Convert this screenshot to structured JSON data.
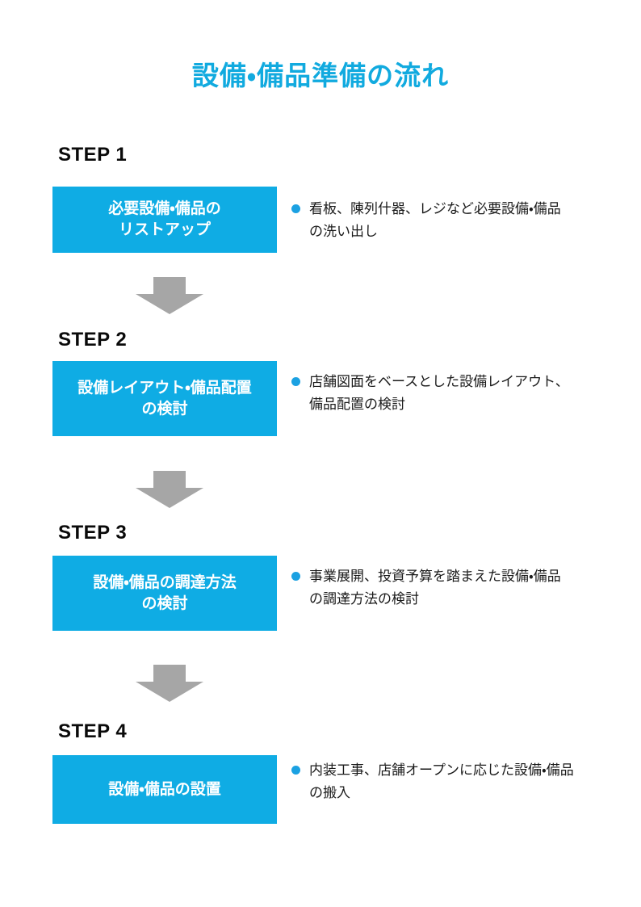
{
  "document": {
    "title": "設備・備品準備の流れ",
    "accent_color": "#0FACE4",
    "title_color": "#11AADF",
    "bullet_color": "#1BA1E2",
    "arrow_color": "#A6A6A6",
    "step_label_color": "#0A0A0A",
    "box_text_color": "#FFFFFF"
  },
  "steps": [
    {
      "label": "STEP 1",
      "box_line1": "必要設備・備品の",
      "box_line2": "リストアップ",
      "description": "看板、陳列什器、レジなど必要設備・備品\nの洗い出し"
    },
    {
      "label": "STEP 2",
      "box_line1": "設備レイアウト・備品配置",
      "box_line2": "の検討",
      "description": "店舗図面をベースとした設備レイアウト、\n備品配置の検討"
    },
    {
      "label": "STEP 3",
      "box_line1": "設備・備品の調達方法",
      "box_line2": "の検討",
      "description": "事業展開、投資予算を踏まえた設備・備品\nの調達方法の検討"
    },
    {
      "label": "STEP 4",
      "box_line1": "設備・備品の設置",
      "box_line2": "",
      "description": "内装工事、店舗オープンに応じた設備・備品\nの搬入"
    }
  ],
  "arrows": [
    {
      "name": "arrow-step1-to-step2"
    },
    {
      "name": "arrow-step2-to-step3"
    },
    {
      "name": "arrow-step3-to-step4"
    }
  ]
}
